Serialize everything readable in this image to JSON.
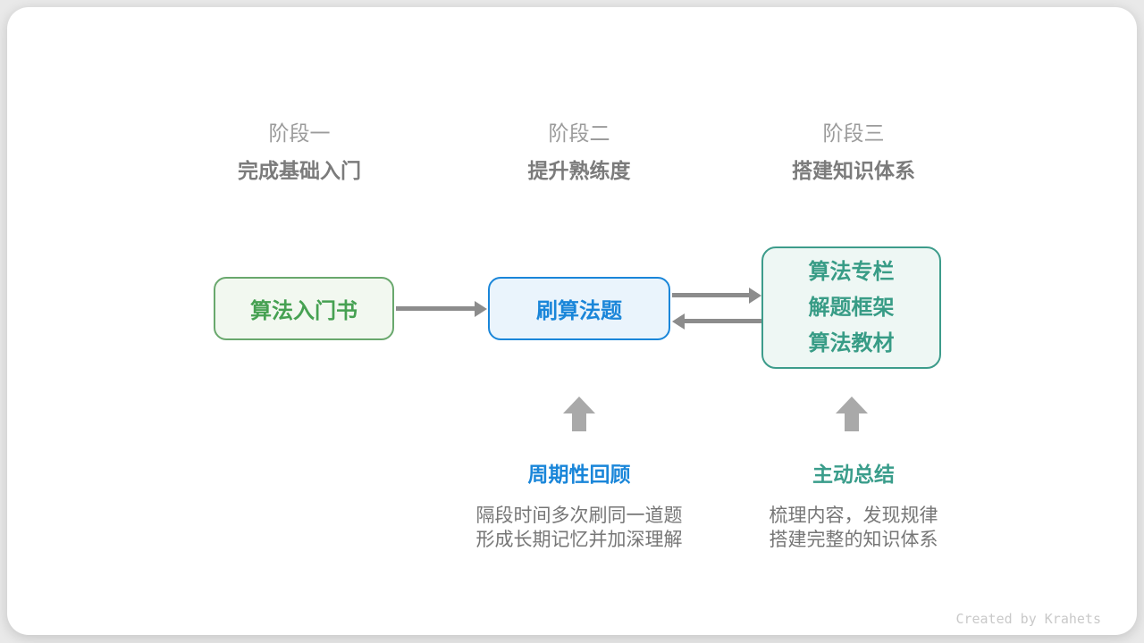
{
  "page": {
    "background": "#e9e9e9",
    "card_background": "#ffffff",
    "credit": "Created by Krahets",
    "credit_color": "#c9c9c9"
  },
  "stages": [
    {
      "label": "阶段一",
      "subtitle": "完成基础入门"
    },
    {
      "label": "阶段二",
      "subtitle": "提升熟练度"
    },
    {
      "label": "阶段三",
      "subtitle": "搭建知识体系"
    }
  ],
  "nodes": [
    {
      "lines": [
        "算法入门书"
      ],
      "border_color": "#69a86d",
      "text_color": "#46a152",
      "background": "#f2f8f0"
    },
    {
      "lines": [
        "刷算法题"
      ],
      "border_color": "#1a86d9",
      "text_color": "#1a86d9",
      "background": "#eaf4fc"
    },
    {
      "lines": [
        "算法专栏",
        "解题框架",
        "算法教材"
      ],
      "border_color": "#3d9c8b",
      "text_color": "#389c86",
      "background": "#eef7f4"
    }
  ],
  "annotations": [
    {
      "title": "周期性回顾",
      "title_color": "#1a86d9",
      "lines": [
        "隔段时间多次刷同一道题",
        "形成长期记忆并加深理解"
      ]
    },
    {
      "title": "主动总结",
      "title_color": "#3a9d8b",
      "lines": [
        "梳理内容，发现规律",
        "搭建完整的知识体系"
      ]
    }
  ],
  "arrows": {
    "connector_color": "#8c8c8c",
    "block_color": "#a9a9a9"
  }
}
